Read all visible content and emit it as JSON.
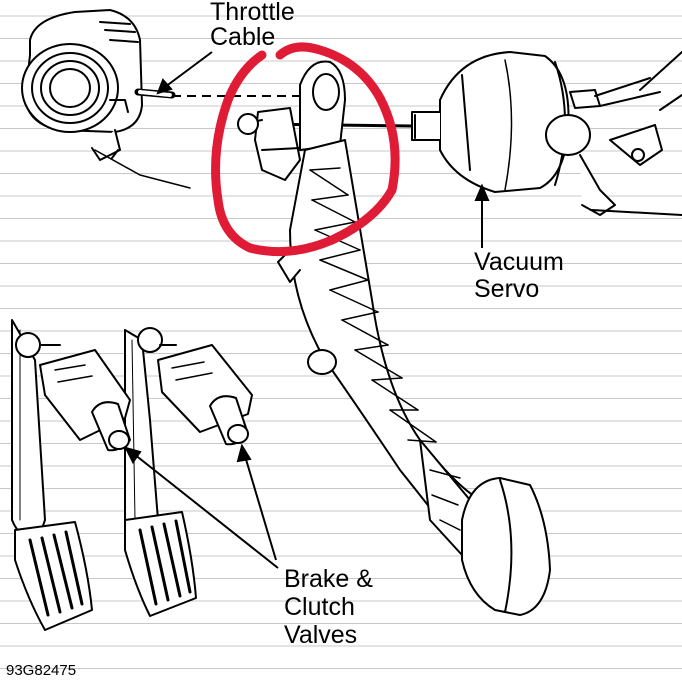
{
  "labels": {
    "throttle_cable": [
      "Throttle",
      "Cable"
    ],
    "vacuum_servo": [
      "Vacuum",
      "Servo"
    ],
    "brake_clutch_valves": [
      "Brake &",
      "Clutch",
      "Valves"
    ],
    "figure_code": "93G82475"
  },
  "colors": {
    "ink": "#000000",
    "rule_lines": "#c8c8c8",
    "highlight": "#e01b35"
  },
  "annotation": {
    "type": "hand-drawn circle",
    "target": "throttle pedal linkage"
  }
}
